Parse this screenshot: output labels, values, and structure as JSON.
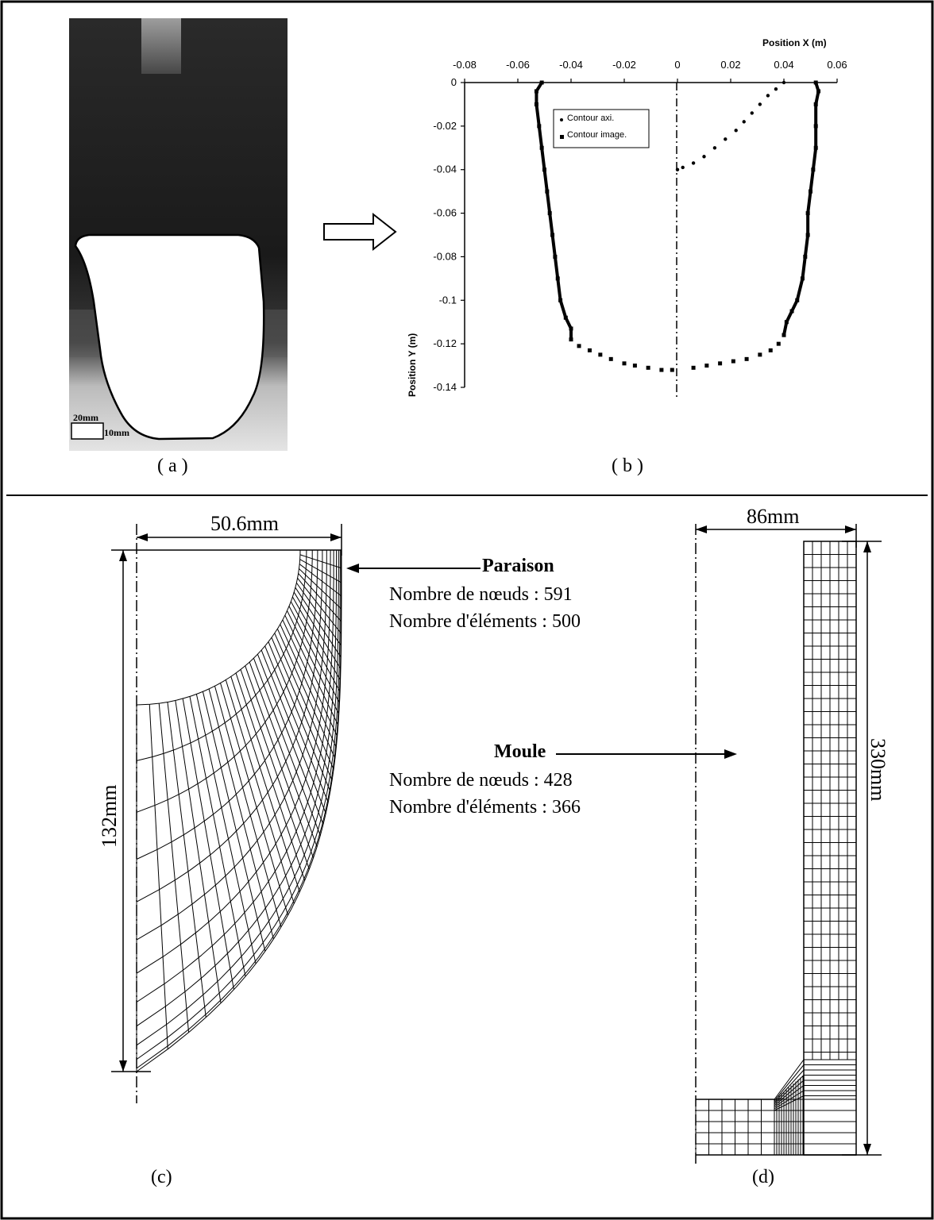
{
  "panels": {
    "a": {
      "caption": "( a )",
      "scale_a": "20mm",
      "scale_b": "10mm"
    },
    "b": {
      "caption": "( b )"
    },
    "c": {
      "caption": "(c)",
      "width_label": "50.6mm",
      "height_label": "132mm"
    },
    "d": {
      "caption": "(d)",
      "width_label": "86mm",
      "height_label": "330mm"
    }
  },
  "paraison": {
    "title": "Paraison",
    "nodes": "Nombre de nœuds : 591",
    "elements": "Nombre d'éléments : 500"
  },
  "moule": {
    "title": "Moule",
    "nodes": "Nombre de nœuds : 428",
    "elements": "Nombre d'éléments : 366"
  },
  "chart_data": {
    "type": "scatter",
    "xlabel": "Position X (m)",
    "ylabel": "Position Y (m)",
    "xlim": [
      -0.08,
      0.06
    ],
    "ylim": [
      -0.14,
      0
    ],
    "x_ticks": [
      "-0.08",
      "-0.06",
      "-0.04",
      "-0.02",
      "0",
      "0.02",
      "0.04",
      "0.06"
    ],
    "y_ticks": [
      "0",
      "-0.02",
      "-0.04",
      "-0.06",
      "-0.08",
      "-0.1",
      "-0.12",
      "-0.14"
    ],
    "legend_position": "top-left",
    "series": [
      {
        "name": "Contour axi.",
        "points": [
          [
            0.04,
            0
          ],
          [
            0.037,
            -0.003
          ],
          [
            0.034,
            -0.006
          ],
          [
            0.031,
            -0.01
          ],
          [
            0.028,
            -0.014
          ],
          [
            0.025,
            -0.018
          ],
          [
            0.022,
            -0.022
          ],
          [
            0.018,
            -0.026
          ],
          [
            0.014,
            -0.03
          ],
          [
            0.01,
            -0.034
          ],
          [
            0.006,
            -0.037
          ],
          [
            0.002,
            -0.039
          ],
          [
            0,
            -0.04
          ]
        ]
      },
      {
        "name": "Contour image.",
        "points": [
          [
            -0.051,
            0
          ],
          [
            -0.053,
            -0.004
          ],
          [
            -0.053,
            -0.01
          ],
          [
            -0.052,
            -0.02
          ],
          [
            -0.051,
            -0.03
          ],
          [
            -0.05,
            -0.04
          ],
          [
            -0.049,
            -0.05
          ],
          [
            -0.048,
            -0.06
          ],
          [
            -0.047,
            -0.07
          ],
          [
            -0.046,
            -0.08
          ],
          [
            -0.045,
            -0.09
          ],
          [
            -0.044,
            -0.1
          ],
          [
            -0.042,
            -0.108
          ],
          [
            -0.04,
            -0.113
          ],
          [
            -0.04,
            -0.118
          ],
          [
            -0.037,
            -0.121
          ],
          [
            -0.033,
            -0.123
          ],
          [
            -0.029,
            -0.125
          ],
          [
            -0.025,
            -0.127
          ],
          [
            -0.02,
            -0.129
          ],
          [
            -0.016,
            -0.13
          ],
          [
            -0.011,
            -0.131
          ],
          [
            -0.006,
            -0.132
          ],
          [
            -0.002,
            -0.132
          ],
          [
            0.006,
            -0.131
          ],
          [
            0.011,
            -0.13
          ],
          [
            0.016,
            -0.129
          ],
          [
            0.021,
            -0.128
          ],
          [
            0.026,
            -0.127
          ],
          [
            0.031,
            -0.125
          ],
          [
            0.035,
            -0.123
          ],
          [
            0.038,
            -0.12
          ],
          [
            0.04,
            -0.116
          ],
          [
            0.041,
            -0.11
          ],
          [
            0.043,
            -0.105
          ],
          [
            0.045,
            -0.1
          ],
          [
            0.047,
            -0.09
          ],
          [
            0.048,
            -0.08
          ],
          [
            0.049,
            -0.07
          ],
          [
            0.049,
            -0.06
          ],
          [
            0.05,
            -0.05
          ],
          [
            0.051,
            -0.04
          ],
          [
            0.052,
            -0.03
          ],
          [
            0.052,
            -0.02
          ],
          [
            0.052,
            -0.01
          ],
          [
            0.053,
            -0.004
          ],
          [
            0.052,
            0
          ]
        ]
      }
    ]
  }
}
